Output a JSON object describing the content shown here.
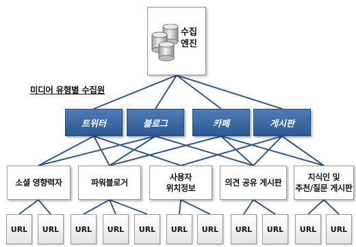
{
  "engine": {
    "label": "수집\n엔진",
    "icon": "database-icon"
  },
  "section_label": "미디어 유형별 수집원",
  "media": [
    {
      "label": "트위터"
    },
    {
      "label": "블로그"
    },
    {
      "label": "카페"
    },
    {
      "label": "게시판"
    }
  ],
  "categories": [
    {
      "label": "소셜 영향력자"
    },
    {
      "label": "파워블로거"
    },
    {
      "label": "사용자\n위치정보"
    },
    {
      "label": "의견 공유 게시판"
    },
    {
      "label": "지식인 및\n추천/질문 게시판"
    }
  ],
  "url_label": "URL",
  "colors": {
    "media_fill": "#3b68a3",
    "line": "#2e5688",
    "border": "#9a9a9a"
  }
}
